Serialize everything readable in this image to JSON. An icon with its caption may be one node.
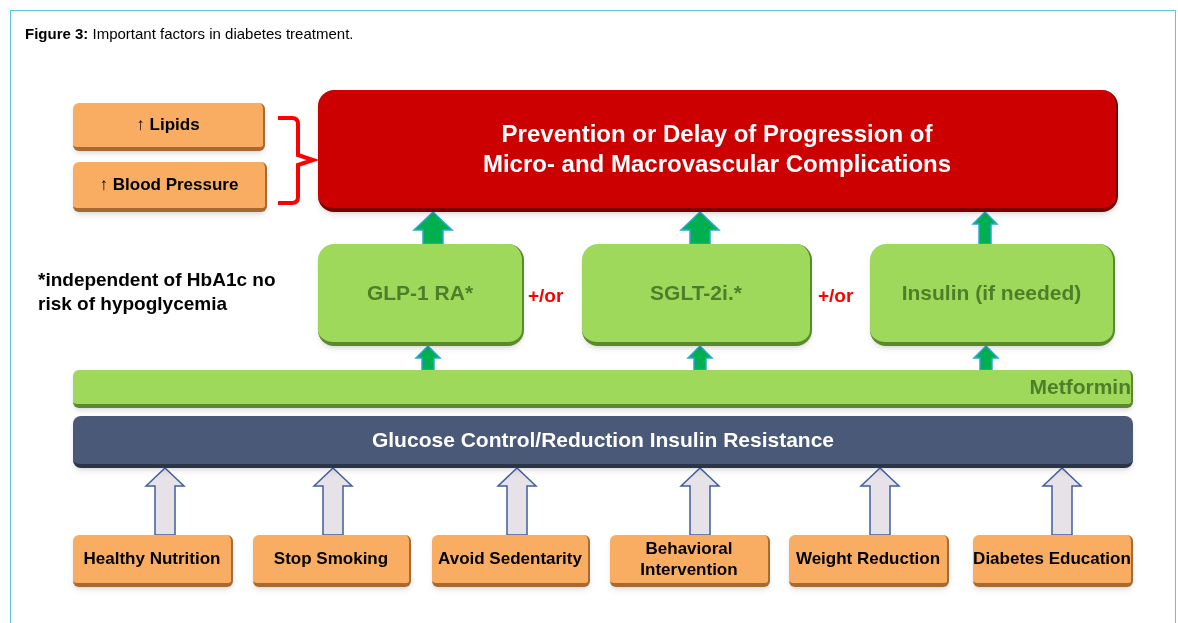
{
  "diagram": {
    "title": "**Figure 3:** Important factors in diabetes treatment.",
    "nodes": [
      {
        "text": [
          "↑ Lipids"
        ]
      },
      {
        "text": [
          "↑ Blood Pressure"
        ]
      },
      {
        "text": [
          "Prevention or Delay of Progression of Micro- and Macrovascular Complications"
        ]
      },
      {
        "text": [
          "GLP-1 RA*"
        ]
      },
      {
        "text": [
          "SGLT-2i.*"
        ]
      },
      {
        "text": [
          "Insulin (if needed)"
        ]
      },
      {
        "text": [
          "Metformin"
        ]
      },
      {
        "text": [
          "Glucose Control/Reduction Insulin Resistance"
        ]
      },
      {
        "text": [
          "Healthy Nutrition"
        ]
      },
      {
        "text": [
          "Stop Smoking"
        ]
      },
      {
        "text": [
          "Avoid Sedentarity"
        ]
      },
      {
        "text": [
          "Behavioral Intervention"
        ]
      },
      {
        "text": [
          "Weight Reduction"
        ]
      },
      {
        "text": [
          "Diabetes Education"
        ]
      }
    ],
    "edges": [
      {
        "from": 3,
        "to": 2,
        "arrow": "to",
        "style": "thick",
        "color": "#00b050"
      },
      {
        "from": 4,
        "to": 2,
        "arrow": "to",
        "style": "thick",
        "color": "#00b050"
      },
      {
        "from": 5,
        "to": 2,
        "arrow": "to",
        "color": "#00b050"
      },
      {
        "from": 6,
        "to": 3,
        "arrow": "to",
        "color": "#00b050"
      },
      {
        "from": 6,
        "to": 4,
        "arrow": "to",
        "color": "#00b050"
      },
      {
        "from": 6,
        "to": 5,
        "arrow": "to",
        "color": "#00b050"
      },
      {
        "from": 8,
        "to": 7,
        "arrow": "to",
        "style": "thick"
      },
      {
        "from": 9,
        "to": 7,
        "arrow": "to",
        "style": "thick"
      },
      {
        "from": 10,
        "to": 7,
        "arrow": "to",
        "style": "thick"
      },
      {
        "from": 11,
        "to": 7,
        "arrow": "to",
        "style": "thick"
      },
      {
        "from": 12,
        "to": 7,
        "arrow": "to",
        "style": "thick"
      },
      {
        "from": 13,
        "to": 7,
        "arrow": "to",
        "style": "thick"
      }
    ],
    "labels": [
      "*independent of HbA1c no risk of hypoglycemia",
      "+/or",
      "+/or"
    ]
  }
}
